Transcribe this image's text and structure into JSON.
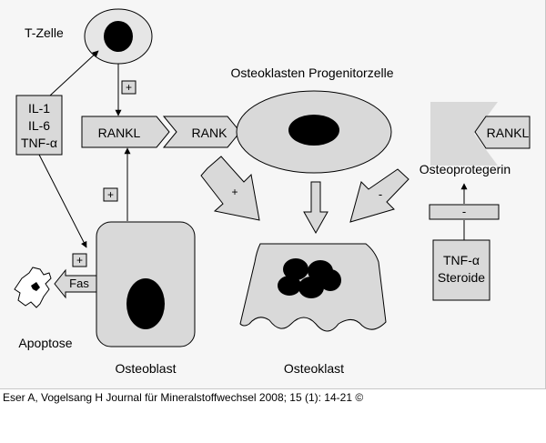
{
  "labels": {
    "t_cell": "T-Zelle",
    "progenitor": "Osteoklasten Progenitorzelle",
    "osteoprotegerin": "Osteoprotegerin",
    "apoptosis": "Apoptose",
    "osteoblast": "Osteoblast",
    "osteoclast": "Osteoklast"
  },
  "boxes": {
    "cytokines": [
      "IL-1",
      "IL-6",
      "TNF-α"
    ],
    "rankl_left": "RANKL",
    "rank": "RANK",
    "rankl_right": "RANKL",
    "fas": "Fas",
    "tnf_steroids": [
      "TNF-α",
      "Steroide"
    ]
  },
  "signs": {
    "plus_tcell": "+",
    "plus_osteoblast": "+",
    "plus_apoptosis": "+",
    "plus_rank_arrow": "+",
    "minus_opg_arrow": "-",
    "minus_opg_box": "-"
  },
  "caption": "Eser A, Vogelsang H Journal für Mineralstoffwechsel 2008; 15 (1): 14-21 ©",
  "colors": {
    "background": "#f6f6f6",
    "shape_fill": "#d9d9d9",
    "cell_black": "#000000",
    "outline": "#000000"
  }
}
